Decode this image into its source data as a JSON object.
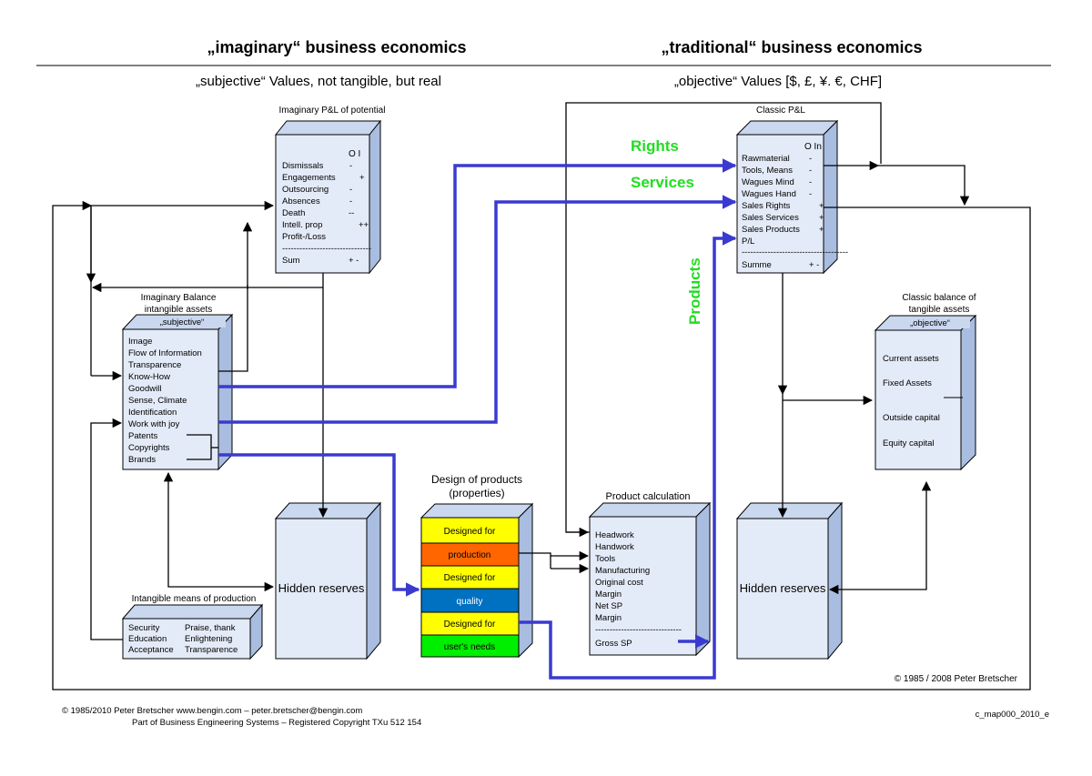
{
  "headers": {
    "left_title": "„imaginary“ business economics",
    "right_title": "„traditional“ business economics",
    "left_subtitle": "„subjective“ Values, not tangible, but real",
    "right_subtitle": "„objective“ Values [$, £, ¥. €, CHF]"
  },
  "labels": {
    "rights": "Rights",
    "services": "Services",
    "products": "Products"
  },
  "imaginary_pl": {
    "title": "Imaginary P&L of potential",
    "header": "O   I",
    "rows": [
      {
        "label": "Dismissals",
        "sign": "-"
      },
      {
        "label": "Engagements",
        "sign": "+"
      },
      {
        "label": "Outsourcing",
        "sign": "-"
      },
      {
        "label": "Absences",
        "sign": "-"
      },
      {
        "label": "Death",
        "sign": "--"
      },
      {
        "label": "Intell. prop",
        "sign": "++"
      },
      {
        "label": "Profit-/Loss",
        "sign": ""
      }
    ],
    "separator": "-------------------------------",
    "sum_label": "Sum",
    "sum_sign": "+   -"
  },
  "imaginary_balance": {
    "title1": "Imaginary Balance",
    "title2": "intangible assets",
    "header": "„subjective“",
    "rows": [
      "Image",
      "Flow of Information",
      "Transparence",
      "Know-How",
      "Goodwill",
      "Sense, Climate",
      "Identification",
      "Work with joy",
      "Patents",
      "Copyrights",
      "Brands"
    ]
  },
  "intangible_means": {
    "title": "Intangible means of production",
    "col1": [
      "Security",
      "Education",
      "Acceptance"
    ],
    "col2": [
      "Praise, thank",
      "Enlightening",
      "Transparence"
    ]
  },
  "hidden_left": "Hidden reserves",
  "hidden_right": "Hidden reserves",
  "design": {
    "title1": "Design of products",
    "title2": "(properties)",
    "rows": [
      {
        "label": "Designed for",
        "color": "#ffff00"
      },
      {
        "label": "production",
        "color": "#ff6600"
      },
      {
        "label": "Designed for",
        "color": "#ffff00"
      },
      {
        "label": "quality",
        "color": "#0070c0"
      },
      {
        "label": "Designed for",
        "color": "#ffff00"
      },
      {
        "label": "user's needs",
        "color": "#00ee00"
      }
    ]
  },
  "product_calc": {
    "title": "Product calculation",
    "rows": [
      "Headwork",
      "Handwork",
      "Tools",
      "Manufacturing",
      "Original cost",
      "Margin",
      "Net SP",
      "Margin"
    ],
    "separator": "------------------------------",
    "total": "Gross SP"
  },
  "classic_pl": {
    "title": "Classic P&L",
    "header": "O  In",
    "rows": [
      {
        "label": "Rawmaterial",
        "sign": "-"
      },
      {
        "label": "Tools, Means",
        "sign": "-"
      },
      {
        "label": "Wagues Mind",
        "sign": "-"
      },
      {
        "label": "Wagues Hand",
        "sign": "-"
      },
      {
        "label": "Sales Rights",
        "sign": "+"
      },
      {
        "label": "Sales Services",
        "sign": "+"
      },
      {
        "label": "Sales Products",
        "sign": "+"
      },
      {
        "label": "P/L",
        "sign": ""
      }
    ],
    "separator": "-------------------------------------",
    "sum_label": "Summe",
    "sum_sign": "+   -"
  },
  "classic_balance": {
    "title1": "Classic balance of",
    "title2": "tangible assets",
    "header": "„objective“",
    "rows": [
      "Current assets",
      "Fixed Assets",
      "Outside capital",
      "Equity capital"
    ]
  },
  "copyright_inner": "© 1985 / 2008 Peter Bretscher",
  "footer": {
    "line1": "© 1985/2010   Peter Bretscher www.bengin.com – peter.bretscher@bengin.com",
    "line2": "Part of Business Engineering Systems – Registered Copyright TXu 512 154",
    "doc_id": "c_map000_2010_e"
  }
}
